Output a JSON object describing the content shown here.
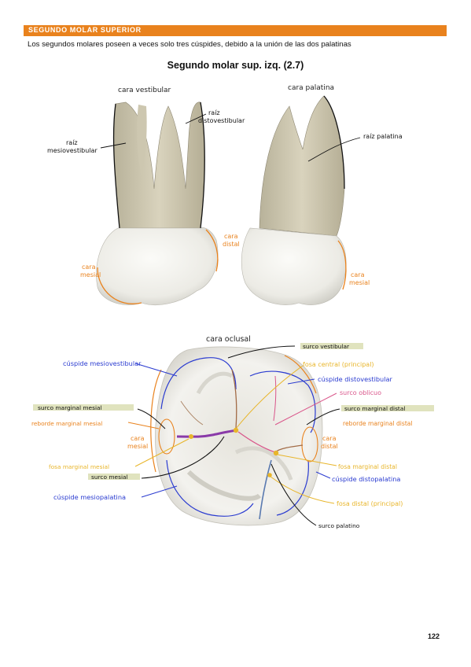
{
  "header": {
    "title": "SEGUNDO MOLAR SUPERIOR"
  },
  "intro": "Los segundos molares poseen a veces solo tres cúspides, debido a la unión de las dos palatinas",
  "figure_title": "Segundo molar sup. izq. (2.7)",
  "views": {
    "vestibular": {
      "title": "cara vestibular",
      "raiz_distovestibular": [
        "raíz",
        "distovestibular"
      ],
      "raiz_mesiovestibular": [
        "raíz",
        "mesiovestibular"
      ],
      "cara_distal": [
        "cara",
        "distal"
      ],
      "cara_mesial": [
        "cara",
        "mesial"
      ]
    },
    "palatina": {
      "title": "cara palatina",
      "raiz_palatina": "raíz palatina",
      "cara_mesial": [
        "cara",
        "mesial"
      ]
    },
    "oclusal": {
      "title": "cara oclusal",
      "left_labels": {
        "cuspide_mesiovestibular": "cúspide mesiovestibular",
        "surco_marginal_mesial": "surco marginal mesial",
        "reborde_marginal_mesial": "reborde marginal mesial",
        "cara_mesial": [
          "cara",
          "mesial"
        ],
        "fosa_marginal_mesial": "fosa marginal mesial",
        "surco_mesial": "surco mesial",
        "cuspide_mesiopalatina": "cúspide mesiopalatina"
      },
      "right_labels": {
        "surco_vestibular": "surco vestibular",
        "fosa_central": "fosa central (principal)",
        "cuspide_distovestibular": "cúspide distovestibular",
        "surco_oblicuo": "surco oblicuo",
        "surco_marginal_distal": "surco marginal distal",
        "reborde_marginal_distal": "reborde marginal distal",
        "cara_distal": [
          "cara",
          "distal"
        ],
        "fosa_marginal_distal": "fosa marginal distal",
        "cuspide_distopalatina": "cúspide distopalatina",
        "fosa_distal": "fosa distal (principal)",
        "surco_palatino": "surco palatino"
      }
    }
  },
  "colors": {
    "header": "#e9821d",
    "orange_label": "#e9821d",
    "blue_label": "#2a3bd0",
    "pink_label": "#d9558a",
    "yellow_label": "#e8b52a",
    "olive_highlight": "#d8dcae"
  },
  "page_number": "122"
}
